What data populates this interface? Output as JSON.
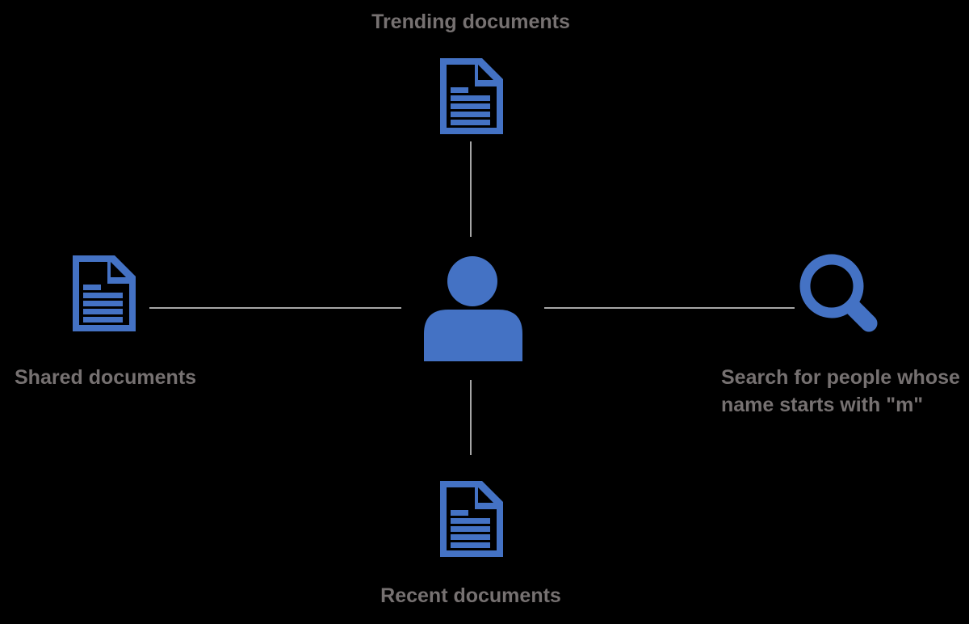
{
  "colors": {
    "accent_blue": "#4472C4",
    "label_gray": "#767171",
    "connector_gray": "#A6A6A6",
    "background": "#000000"
  },
  "diagram": {
    "center_node": {
      "icon": "person-icon"
    },
    "nodes": {
      "top": {
        "label": "Trending documents",
        "icon": "document-icon"
      },
      "left": {
        "label": "Shared documents",
        "icon": "document-icon"
      },
      "right": {
        "icon": "search-icon",
        "label_lines": [
          "Search for people whose",
          "name starts with \"m\""
        ]
      },
      "bottom": {
        "label": "Recent documents",
        "icon": "document-icon"
      }
    }
  }
}
